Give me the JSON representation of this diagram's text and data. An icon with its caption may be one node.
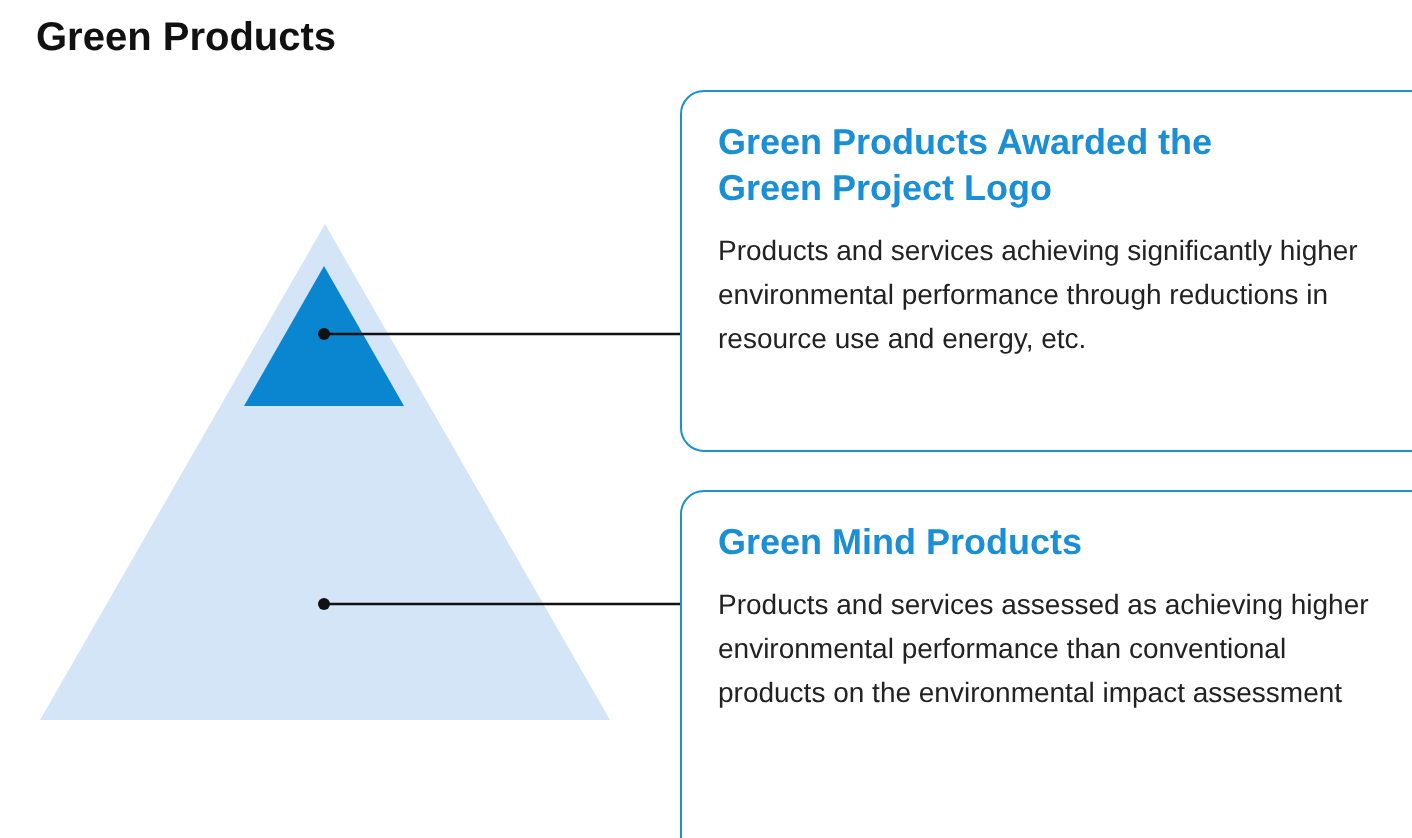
{
  "diagram": {
    "title": "Green Products",
    "nodes": [
      {
        "text": [],
        "shape": "triangle"
      },
      {
        "text": [],
        "shape": "triangle",
        "in": 0
      },
      {
        "text": [
          "Green Products Awarded the Green Project Logo",
          "Products and services achieving significantly higher environmental performance through reductions in resource use and energy, etc."
        ]
      },
      {
        "text": [
          "Green Mind Products",
          "Products and services assessed as achieving higher environmental performance than conventional products on the environmental impact assessment"
        ]
      }
    ],
    "edges": [
      {
        "from": 2,
        "to": 1,
        "arrow": "other"
      },
      {
        "from": 3,
        "to": 0,
        "arrow": "other"
      }
    ]
  }
}
